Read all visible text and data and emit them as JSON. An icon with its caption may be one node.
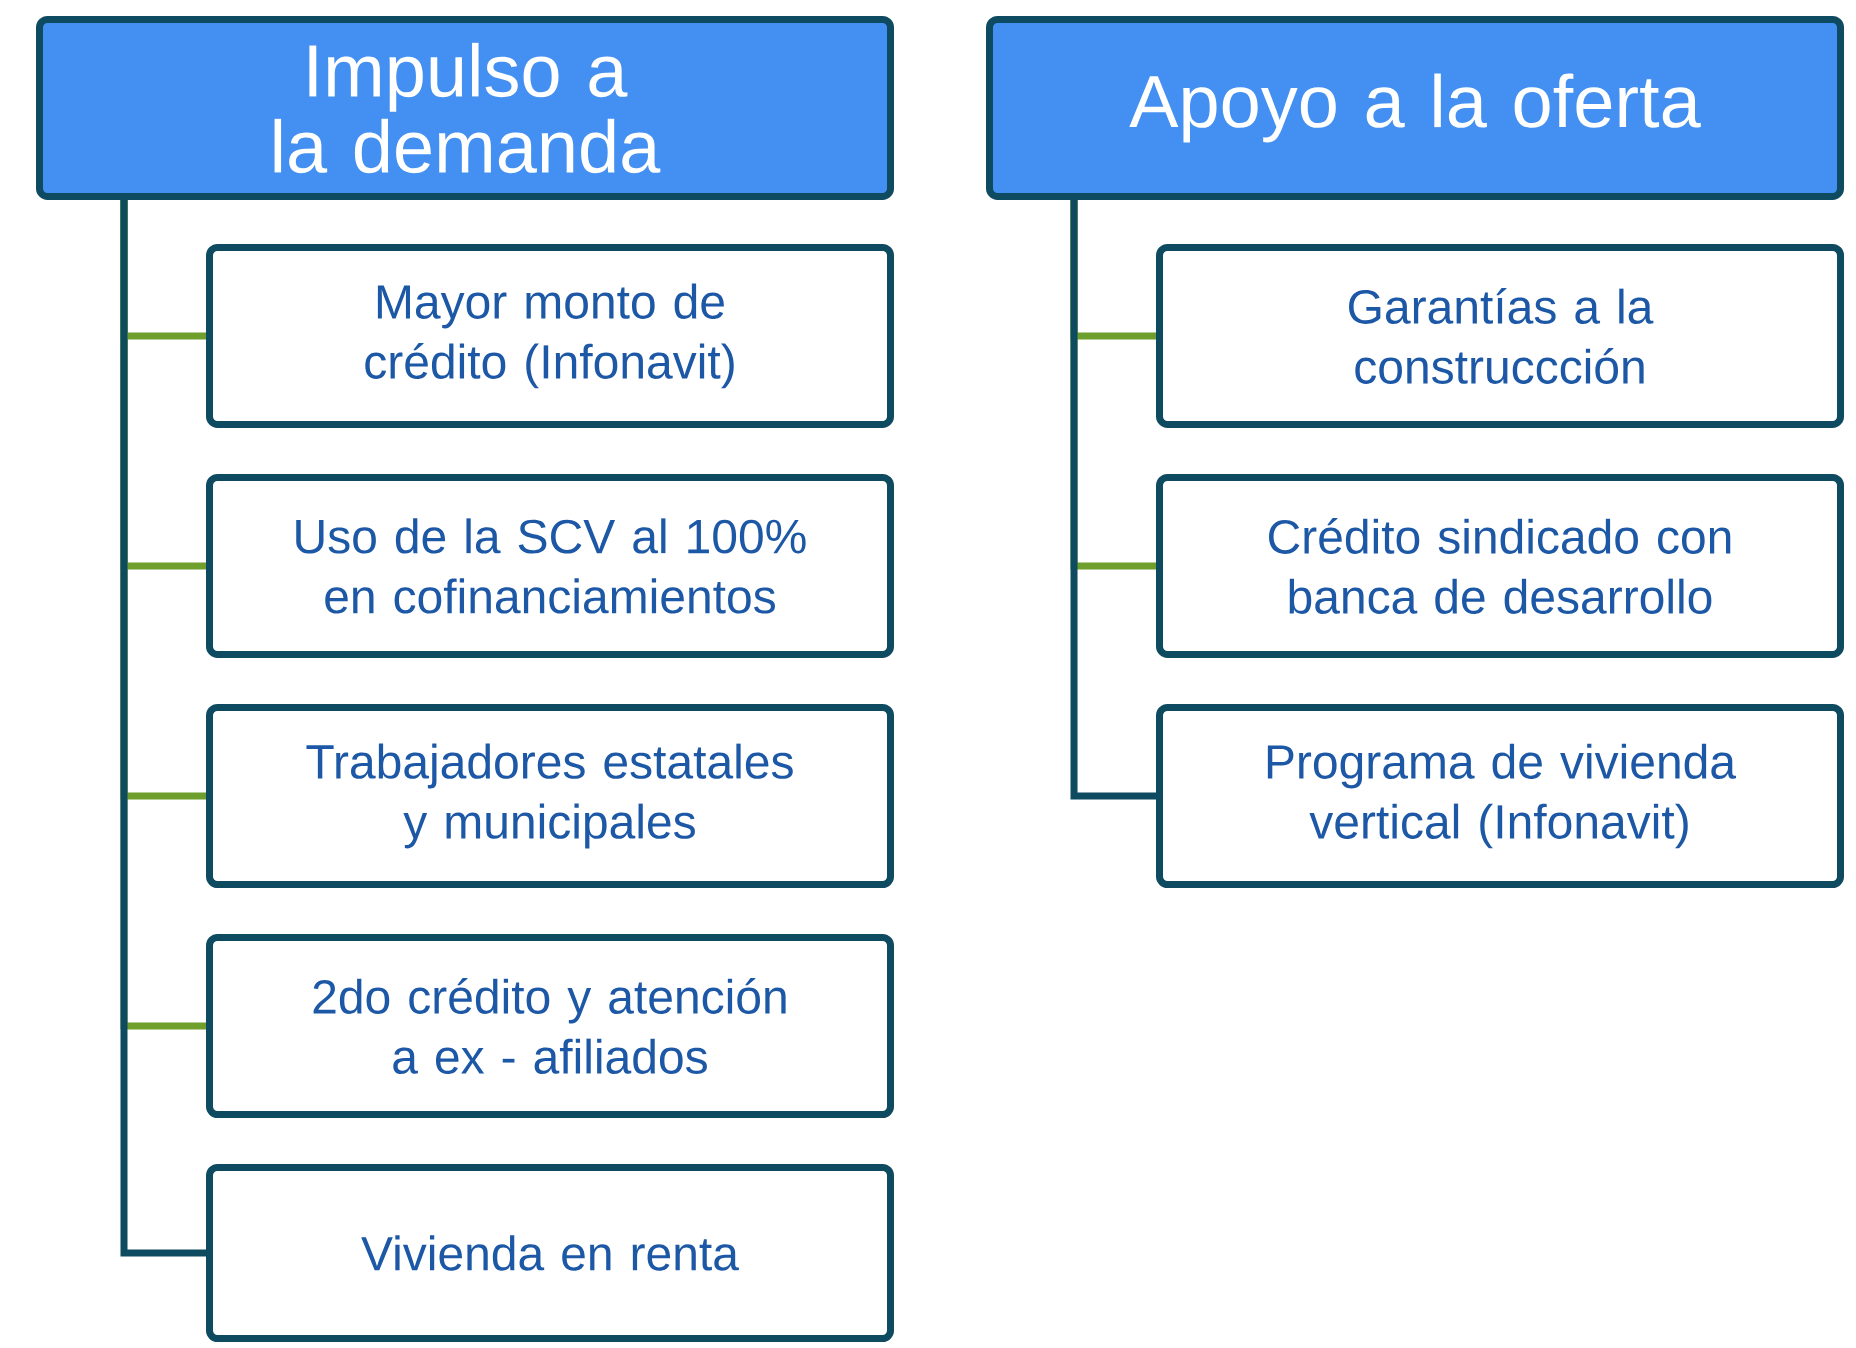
{
  "diagram": {
    "nodes": [
      {
        "text": [
          "Impulso a la demanda"
        ]
      },
      {
        "text": [
          "Mayor monto de crédito (Infonavit)"
        ]
      },
      {
        "text": [
          "Uso de la SCV al 100% en cofinanciamientos"
        ]
      },
      {
        "text": [
          "Trabajadores estatales y municipales"
        ]
      },
      {
        "text": [
          "2do crédito y atención a ex - afiliados"
        ]
      },
      {
        "text": [
          "Vivienda en renta"
        ]
      },
      {
        "text": [
          "Apoyo a la oferta"
        ]
      },
      {
        "text": [
          "Garantías a la construccción"
        ]
      },
      {
        "text": [
          "Crédito sindicado con banca de desarrollo"
        ]
      },
      {
        "text": [
          "Programa de vivienda vertical (Infonavit)"
        ]
      }
    ],
    "edges": [
      {
        "from": 0,
        "to": 1,
        "arrow": "none"
      },
      {
        "from": 0,
        "to": 2,
        "arrow": "none"
      },
      {
        "from": 0,
        "to": 3,
        "arrow": "none"
      },
      {
        "from": 0,
        "to": 4,
        "arrow": "none"
      },
      {
        "from": 0,
        "to": 5,
        "arrow": "none",
        "color": "#0e4a60"
      },
      {
        "from": 6,
        "to": 7,
        "arrow": "none"
      },
      {
        "from": 6,
        "to": 8,
        "arrow": "none"
      },
      {
        "from": 6,
        "to": 9,
        "arrow": "none",
        "color": "#0e4a60"
      }
    ]
  }
}
